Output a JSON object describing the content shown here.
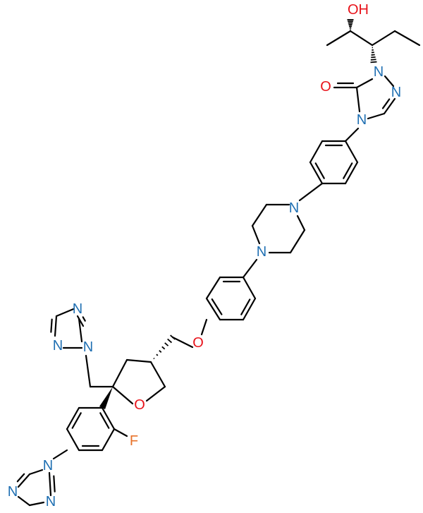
{
  "colors": {
    "background": "#ffffff",
    "bond": "#000000",
    "nitrogen": "#1f6fb2",
    "oxygen": "#e8121a",
    "fluorine": "#e8722a",
    "carbon_label": "#000000"
  },
  "labels": {
    "oh": "OH",
    "o_ketone": "O",
    "n_triazolone_1": "N",
    "n_triazolone_2": "N",
    "n_triazolone_4": "N",
    "n_piperazine_top": "N",
    "n_piperazine_bottom": "N",
    "o_ether": "O",
    "o_thf": "O",
    "n_triazole_a_top": "N",
    "n_triazole_a_2": "N",
    "n_triazole_a_1": "N",
    "f": "F",
    "n_triazole_b_1": "N",
    "n_triazole_b_2": "N",
    "n_triazole_b_4": "N"
  }
}
